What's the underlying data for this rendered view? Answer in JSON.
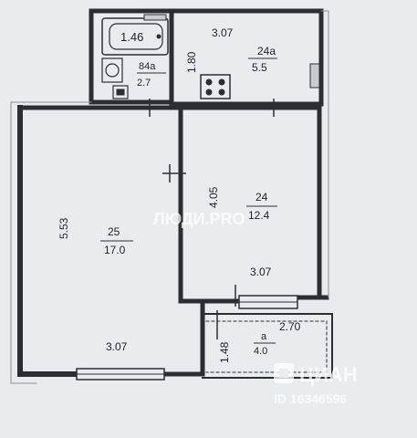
{
  "plan": {
    "bath_tub": "1.46",
    "toilet_room": {
      "no": "84a",
      "area": "2.7"
    },
    "kitchen": {
      "width": "3.07",
      "depth": "1.80",
      "no": "24a",
      "area": "5.5"
    },
    "living_room": {
      "depth": "5.53",
      "no": "25",
      "area": "17.0",
      "width": "3.07"
    },
    "bedroom": {
      "depth": "4.05",
      "no": "24",
      "area": "12.4",
      "width": "3.07"
    },
    "balcony": {
      "width": "2.70",
      "depth": "1.48",
      "no": "a",
      "area": "4.0"
    }
  },
  "watermarks": {
    "center": "ЛЮДИ.PRO",
    "brand": "ЦИАН",
    "id": "ID 16346596"
  },
  "colors": {
    "paper": "#e9ecef",
    "ink": "#2a2e33"
  }
}
